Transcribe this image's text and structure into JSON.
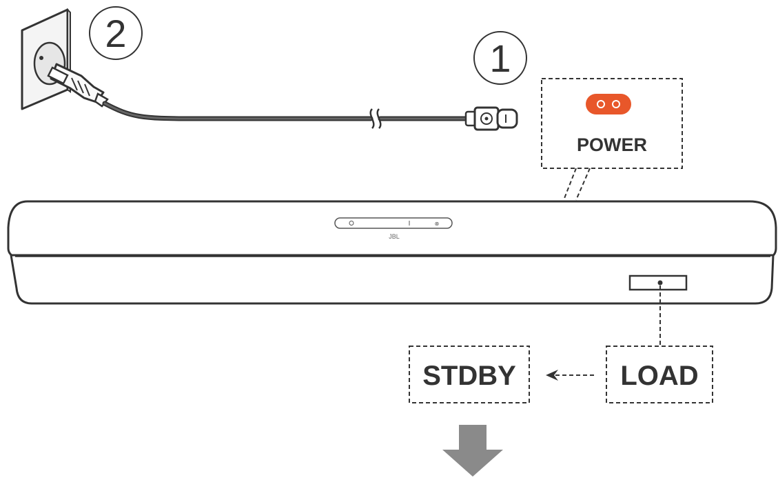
{
  "steps": {
    "step1": "1",
    "step2": "2"
  },
  "labels": {
    "power": "POWER",
    "stdby": "STDBY",
    "load": "LOAD",
    "brand": "JBL"
  },
  "colors": {
    "stroke": "#333333",
    "power_port": "#e8572a",
    "arrow": "#8a8a8a",
    "wall": "#f2f2f2"
  },
  "icons": {
    "socket": "wall-socket-icon",
    "plug": "power-plug-icon",
    "connector": "power-cable-connector-icon",
    "port": "power-port-icon",
    "arrow_left": "arrow-left-icon",
    "arrow_down": "arrow-down-icon"
  }
}
